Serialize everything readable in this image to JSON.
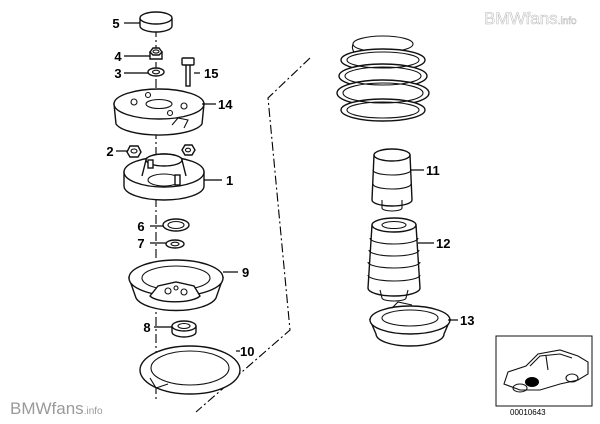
{
  "watermark": {
    "brand": "BMWfans",
    "suffix": ".info"
  },
  "labels": {
    "p1": "1",
    "p2": "2",
    "p3": "3",
    "p4": "4",
    "p5": "5",
    "p6": "6",
    "p7": "7",
    "p8": "8",
    "p9": "9",
    "p10": "10",
    "p11": "11",
    "p12": "12",
    "p13": "13",
    "p14": "14",
    "p15": "15"
  },
  "inset": {
    "reference": "00010643"
  }
}
